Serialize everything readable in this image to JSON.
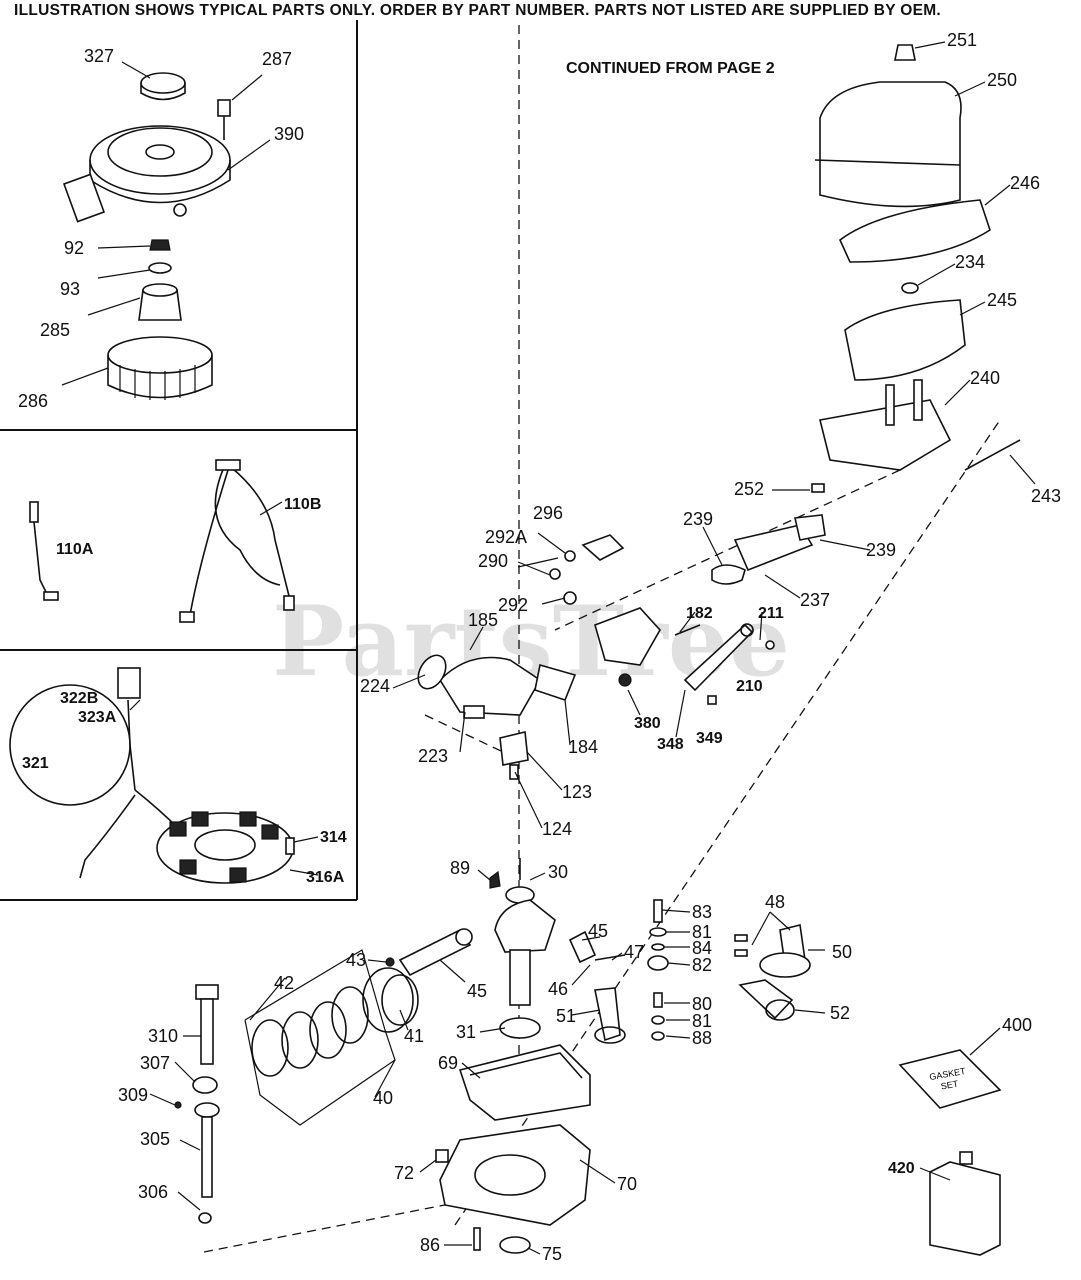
{
  "header": {
    "notice": "ILLUSTRATION SHOWS TYPICAL PARTS ONLY. ORDER BY PART NUMBER. PARTS NOT LISTED ARE SUPPLIED BY OEM.",
    "continued": "CONTINUED FROM PAGE 2"
  },
  "watermark": "PartsTree",
  "gasket_label": [
    "GASKET",
    "SET"
  ],
  "labels": {
    "p327": "327",
    "p287": "287",
    "p390": "390",
    "p92": "92",
    "p93": "93",
    "p285": "285",
    "p286": "286",
    "p110A": "110A",
    "p110B": "110B",
    "p322B": "322B",
    "p323A": "323A",
    "p321": "321",
    "p314": "314",
    "p316A": "316A",
    "p251": "251",
    "p250": "250",
    "p246": "246",
    "p234": "234",
    "p245": "245",
    "p240": "240",
    "p243": "243",
    "p252": "252",
    "p239a": "239",
    "p239b": "239",
    "p237": "237",
    "p296": "296",
    "p292A": "292A",
    "p290": "290",
    "p292": "292",
    "p185": "185",
    "p182": "182",
    "p211": "211",
    "p210": "210",
    "p224": "224",
    "p184": "184",
    "p380": "380",
    "p348": "348",
    "p349": "349",
    "p223": "223",
    "p123": "123",
    "p124": "124",
    "p89": "89",
    "p30": "30",
    "p83": "83",
    "p48": "48",
    "p45a": "45",
    "p81a": "81",
    "p84": "84",
    "p82": "82",
    "p50": "50",
    "p43": "43",
    "p47": "47",
    "p42": "42",
    "p45b": "45",
    "p46": "46",
    "p41": "41",
    "p80": "80",
    "p52": "52",
    "p400": "400",
    "p310": "310",
    "p31": "31",
    "p51": "51",
    "p81b": "81",
    "p88": "88",
    "p307": "307",
    "p69": "69",
    "p40": "40",
    "p309": "309",
    "p305": "305",
    "p72": "72",
    "p70": "70",
    "p420": "420",
    "p306": "306",
    "p86": "86",
    "p75": "75"
  }
}
